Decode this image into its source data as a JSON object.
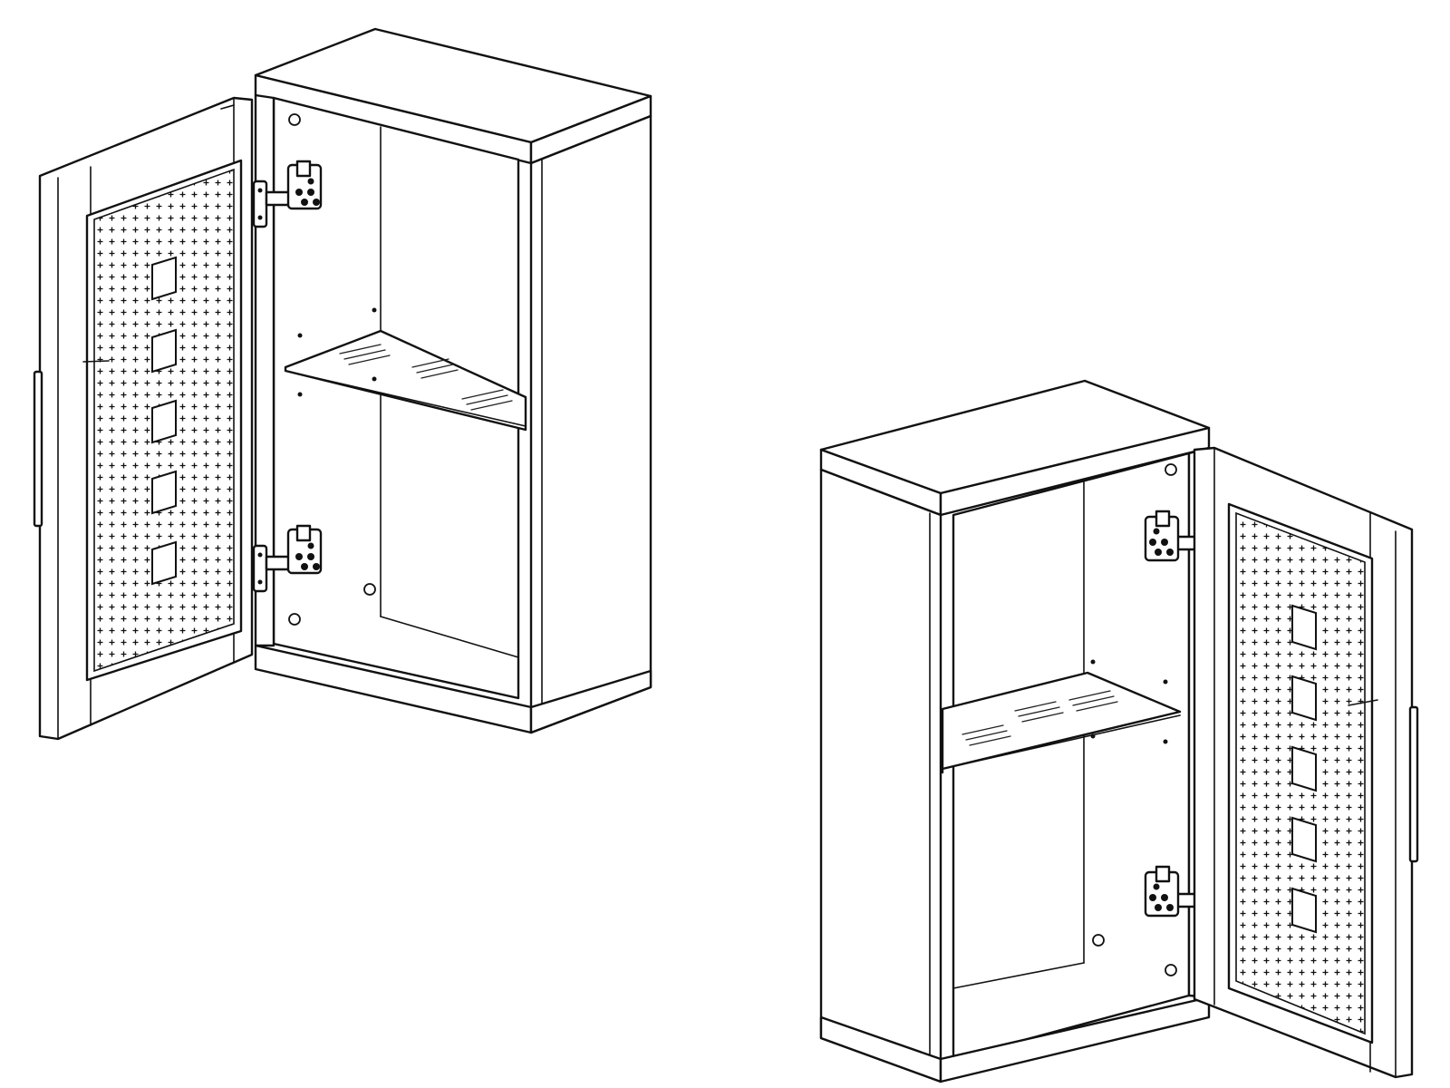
{
  "colors": {
    "line": "#111111",
    "background": "#ffffff"
  },
  "figures": [
    {
      "name": "cabinet-door-open-left",
      "hinge_count": 2,
      "shelf_count": 1,
      "door_window_count": 5
    },
    {
      "name": "cabinet-door-open-right",
      "hinge_count": 2,
      "shelf_count": 1,
      "door_window_count": 5
    }
  ]
}
